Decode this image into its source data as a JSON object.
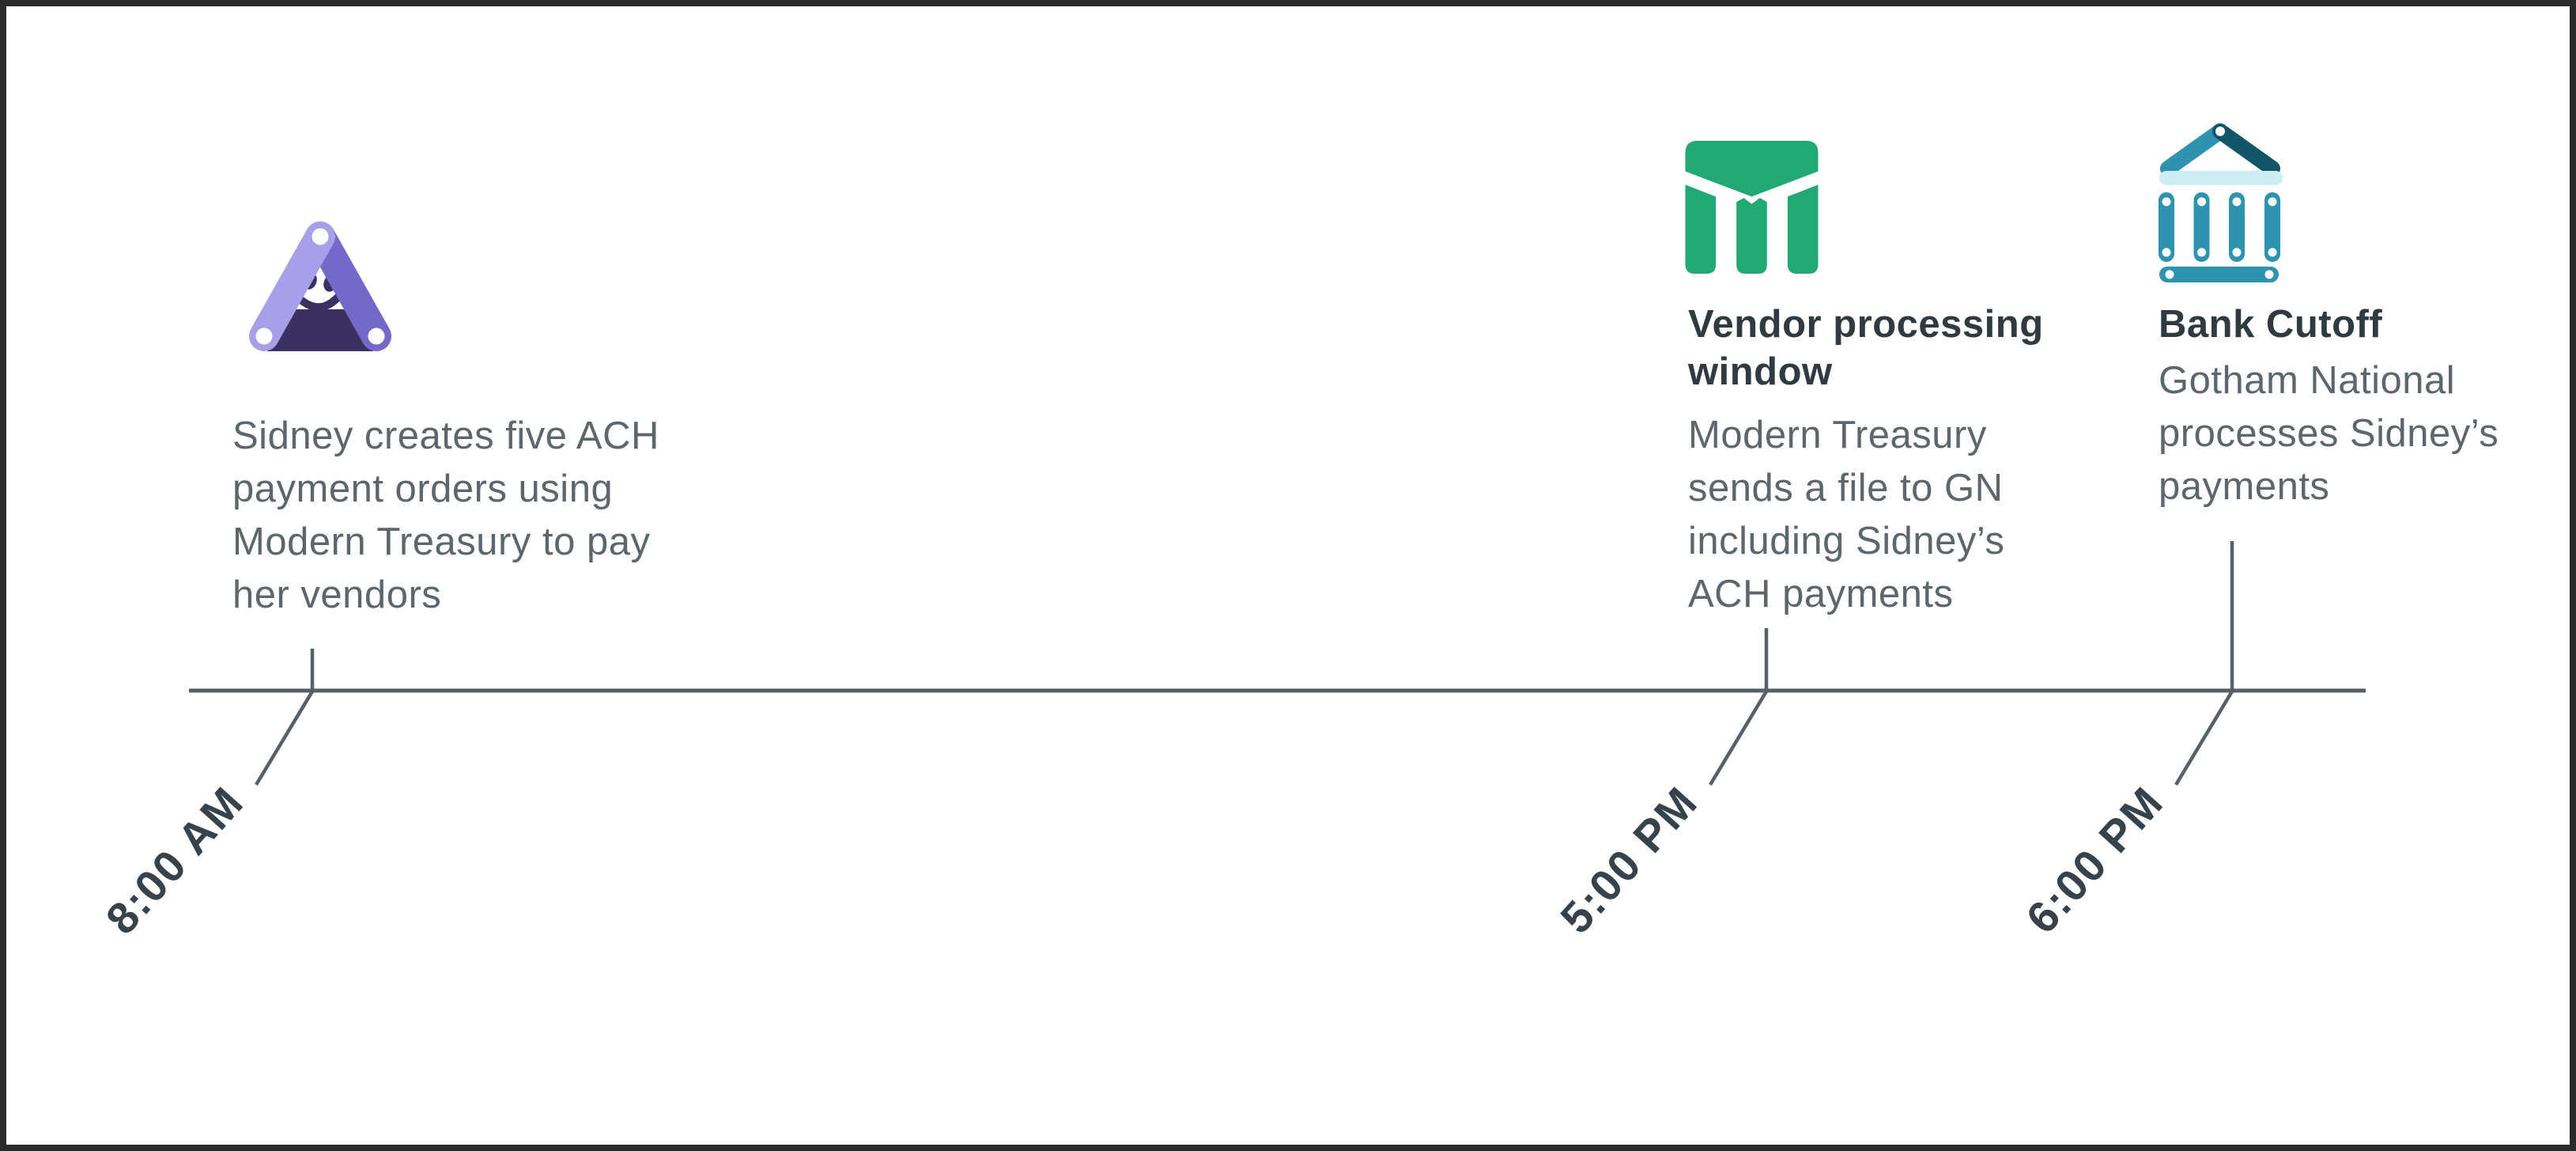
{
  "colors": {
    "border": "#2a2a2a",
    "line": "#566066",
    "title_text": "#2f3a41",
    "body_text": "#5c666b",
    "label_text": "#37424a",
    "mt_lavender": "#a7a0e8",
    "mt_purple": "#7468c8",
    "mt_navy": "#3a3160",
    "vendor_green": "#21a875",
    "bank_teal": "#2e93ae",
    "bank_teal_dark": "#125569",
    "bank_teal_light": "#cdecf4"
  },
  "timeline": {
    "events": [
      {
        "id": "create-payment-orders",
        "time": "8:00 AM",
        "title": "",
        "description": "Sidney creates five ACH\npayment orders using\nModern Treasury to pay\nher vendors",
        "icon": "modern-treasury-logo"
      },
      {
        "id": "vendor-processing-window",
        "time": "5:00 PM",
        "title": "Vendor processing\nwindow",
        "description": "Modern Treasury\nsends a file to GN\nincluding Sidney’s\nACH payments",
        "icon": "vendor-m-logo"
      },
      {
        "id": "bank-cutoff",
        "time": "6:00 PM",
        "title": "Bank Cutoff",
        "description": "Gotham National\nprocesses Sidney’s\npayments",
        "icon": "bank-building"
      }
    ]
  }
}
